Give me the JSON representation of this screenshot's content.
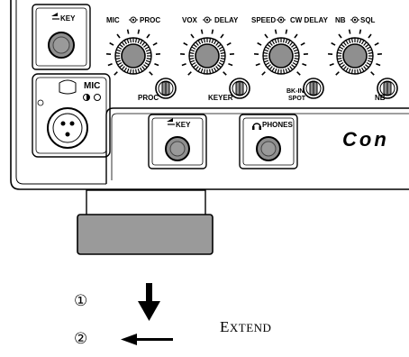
{
  "labels": {
    "key_top": "KEY",
    "mic_proc": "MIC",
    "mic_proc_b": "PROC",
    "vox_delay": "VOX",
    "vox_delay_b": "DELAY",
    "speed_cw": "SPEED",
    "speed_cw_b": "CW DELAY",
    "nb_sql": "NB",
    "nb_sql_b": "SQL",
    "proc": "PROC",
    "keyer": "KEYER",
    "bkin_1": "BK-IN",
    "bkin_2": "SPOT",
    "nb": "NB",
    "mic_jack": "MIC",
    "key_front": "KEY",
    "phones": "PHONES",
    "brand": "Con"
  },
  "steps": {
    "step1": "①",
    "step2": "②",
    "extend_first": "E",
    "extend_rest": "XTEND"
  }
}
